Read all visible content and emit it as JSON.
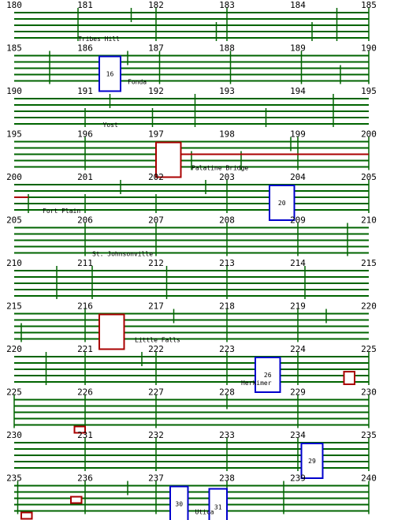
{
  "colors": {
    "track": "#006400",
    "exit_box": "#0000cc",
    "bridge": "#aa0000",
    "text": "#000000"
  },
  "rows": [
    {
      "start": 180,
      "end": 185,
      "labels": [
        "180",
        "181",
        "182",
        "183",
        "184",
        "185"
      ],
      "ticks": [
        {
          "mile": 180.9,
          "span": "full"
        },
        {
          "mile": 181.65,
          "span": "upper"
        },
        {
          "mile": 182.0,
          "span": "full"
        },
        {
          "mile": 182.85,
          "span": "lower"
        },
        {
          "mile": 183.0,
          "span": "full"
        },
        {
          "mile": 184.2,
          "span": "lower"
        },
        {
          "mile": 184.55,
          "span": "full"
        },
        {
          "mile": 185.0,
          "span": "full"
        }
      ],
      "boxes": [],
      "places": [
        {
          "name": "Tribes Hill",
          "mile": 180.9
        }
      ]
    },
    {
      "start": 185,
      "end": 190,
      "labels": [
        "185",
        "186",
        "187",
        "188",
        "189",
        "190"
      ],
      "ticks": [
        {
          "mile": 185.5,
          "span": "full"
        },
        {
          "mile": 186.6,
          "span": "upper"
        },
        {
          "mile": 187.05,
          "span": "full"
        },
        {
          "mile": 188.05,
          "span": "full"
        },
        {
          "mile": 189.05,
          "span": "full"
        },
        {
          "mile": 189.6,
          "span": "lower"
        },
        {
          "mile": 190.0,
          "span": "full"
        }
      ],
      "boxes": [
        {
          "mile": 186.2,
          "width": 0.3,
          "kind": "exit",
          "label": "16"
        }
      ],
      "places": [
        {
          "name": "Fonda",
          "mile": 186.6
        }
      ]
    },
    {
      "start": 190,
      "end": 195,
      "labels": [
        "190",
        "191",
        "192",
        "193",
        "194",
        "195"
      ],
      "ticks": [
        {
          "mile": 191.0,
          "span": "lower"
        },
        {
          "mile": 191.35,
          "span": "upper"
        },
        {
          "mile": 191.95,
          "span": "lower"
        },
        {
          "mile": 192.55,
          "span": "full"
        },
        {
          "mile": 193.55,
          "span": "lower"
        },
        {
          "mile": 194.5,
          "span": "full"
        }
      ],
      "boxes": [],
      "places": [
        {
          "name": "Yost",
          "mile": 191.25
        }
      ]
    },
    {
      "start": 195,
      "end": 200,
      "labels": [
        "195",
        "196",
        "197",
        "198",
        "199",
        "200"
      ],
      "ticks": [
        {
          "mile": 196.0,
          "span": "full"
        },
        {
          "mile": 197.5,
          "span": "lower"
        },
        {
          "mile": 198.2,
          "span": "lower"
        },
        {
          "mile": 198.9,
          "span": "upper"
        },
        {
          "mile": 199.0,
          "span": "full"
        },
        {
          "mile": 200.0,
          "span": "full"
        }
      ],
      "boxes": [
        {
          "mile": 197.0,
          "width": 0.35,
          "kind": "bridge",
          "label": ""
        }
      ],
      "red_lines": [
        {
          "from": 197.35,
          "to": 200.0
        }
      ],
      "places": [
        {
          "name": "Palatine Bridge",
          "mile": 197.5
        }
      ]
    },
    {
      "start": 200,
      "end": 205,
      "labels": [
        "200",
        "201",
        "202",
        "203",
        "204",
        "205"
      ],
      "ticks": [
        {
          "mile": 200.2,
          "span": "lower"
        },
        {
          "mile": 201.0,
          "span": "lower"
        },
        {
          "mile": 201.5,
          "span": "upper"
        },
        {
          "mile": 202.0,
          "span": "lower"
        },
        {
          "mile": 202.7,
          "span": "upper"
        },
        {
          "mile": 203.0,
          "span": "full"
        },
        {
          "mile": 205.0,
          "span": "full"
        }
      ],
      "boxes": [
        {
          "mile": 203.6,
          "width": 0.35,
          "kind": "exit",
          "label": "20"
        }
      ],
      "red_lines": [
        {
          "from": 200.0,
          "to": 200.2
        }
      ],
      "places": [
        {
          "name": "Fort Plain",
          "mile": 200.4
        }
      ]
    },
    {
      "start": 205,
      "end": 210,
      "labels": [
        "205",
        "206",
        "207",
        "208",
        "209",
        "210"
      ],
      "ticks": [
        {
          "mile": 206.0,
          "span": "full"
        },
        {
          "mile": 207.0,
          "span": "full"
        },
        {
          "mile": 208.0,
          "span": "full"
        },
        {
          "mile": 209.0,
          "span": "full"
        },
        {
          "mile": 209.7,
          "span": "full"
        }
      ],
      "boxes": [],
      "places": [
        {
          "name": "St. Johnsonville",
          "mile": 206.1
        }
      ]
    },
    {
      "start": 210,
      "end": 215,
      "labels": [
        "210",
        "211",
        "212",
        "213",
        "214",
        "215"
      ],
      "ticks": [
        {
          "mile": 210.6,
          "span": "full"
        },
        {
          "mile": 211.1,
          "span": "full"
        },
        {
          "mile": 212.15,
          "span": "full"
        },
        {
          "mile": 213.0,
          "span": "full"
        },
        {
          "mile": 214.1,
          "span": "full"
        }
      ],
      "boxes": [],
      "places": []
    },
    {
      "start": 215,
      "end": 220,
      "labels": [
        "215",
        "216",
        "217",
        "218",
        "219",
        "220"
      ],
      "ticks": [
        {
          "mile": 215.1,
          "span": "lower"
        },
        {
          "mile": 216.0,
          "span": "full"
        },
        {
          "mile": 217.25,
          "span": "upper"
        },
        {
          "mile": 218.0,
          "span": "full"
        },
        {
          "mile": 219.0,
          "span": "full"
        },
        {
          "mile": 219.4,
          "span": "upper"
        }
      ],
      "boxes": [
        {
          "mile": 216.2,
          "width": 0.35,
          "kind": "bridge",
          "label": ""
        }
      ],
      "places": [
        {
          "name": "Little Falls",
          "mile": 216.7
        }
      ]
    },
    {
      "start": 220,
      "end": 225,
      "labels": [
        "220",
        "221",
        "222",
        "223",
        "224",
        "225"
      ],
      "ticks": [
        {
          "mile": 220.45,
          "span": "full"
        },
        {
          "mile": 221.0,
          "span": "full"
        },
        {
          "mile": 221.8,
          "span": "upper"
        },
        {
          "mile": 222.0,
          "span": "full"
        },
        {
          "mile": 223.0,
          "span": "full"
        },
        {
          "mile": 224.0,
          "span": "full"
        },
        {
          "mile": 225.0,
          "span": "full"
        }
      ],
      "boxes": [
        {
          "mile": 223.4,
          "width": 0.35,
          "kind": "exit",
          "label": "26"
        },
        {
          "mile": 224.65,
          "width": 0.15,
          "kind": "bridge-small",
          "label": ""
        }
      ],
      "places": [
        {
          "name": "Herkimer",
          "mile": 223.2
        }
      ]
    },
    {
      "start": 225,
      "end": 230,
      "labels": [
        "225",
        "226",
        "227",
        "228",
        "229",
        "230"
      ],
      "ticks": [
        {
          "mile": 225.0,
          "span": "full"
        },
        {
          "mile": 226.0,
          "span": "full"
        },
        {
          "mile": 227.0,
          "span": "full"
        },
        {
          "mile": 228.0,
          "span": "upper"
        },
        {
          "mile": 229.0,
          "span": "full"
        },
        {
          "mile": 230.0,
          "span": "full"
        }
      ],
      "boxes": [
        {
          "mile": 225.85,
          "width": 0.15,
          "kind": "bridge-bottom",
          "label": ""
        }
      ],
      "places": []
    },
    {
      "start": 230,
      "end": 235,
      "labels": [
        "230",
        "231",
        "232",
        "233",
        "234",
        "235"
      ],
      "ticks": [
        {
          "mile": 231.0,
          "span": "full"
        },
        {
          "mile": 232.0,
          "span": "full"
        },
        {
          "mile": 233.0,
          "span": "full"
        },
        {
          "mile": 234.0,
          "span": "full"
        },
        {
          "mile": 235.0,
          "span": "full"
        }
      ],
      "boxes": [
        {
          "mile": 234.05,
          "width": 0.3,
          "kind": "exit",
          "label": "29"
        }
      ],
      "places": []
    },
    {
      "start": 235,
      "end": 240,
      "labels": [
        "235",
        "236",
        "237",
        "238",
        "239",
        "240"
      ],
      "ticks": [
        {
          "mile": 235.05,
          "span": "full"
        },
        {
          "mile": 236.0,
          "span": "full"
        },
        {
          "mile": 236.6,
          "span": "upper"
        },
        {
          "mile": 237.0,
          "span": "full"
        },
        {
          "mile": 238.0,
          "span": "full"
        },
        {
          "mile": 238.8,
          "span": "full"
        },
        {
          "mile": 240.0,
          "span": "full"
        }
      ],
      "boxes": [
        {
          "mile": 235.1,
          "width": 0.15,
          "kind": "bridge-bottom",
          "label": ""
        },
        {
          "mile": 235.8,
          "width": 0.15,
          "kind": "bridge-mid",
          "label": ""
        },
        {
          "mile": 237.2,
          "width": 0.25,
          "kind": "exit",
          "label": "30"
        },
        {
          "mile": 237.75,
          "width": 0.25,
          "kind": "exit-tall",
          "label": "31"
        }
      ],
      "places": [
        {
          "name": "Utica",
          "mile": 237.55
        }
      ]
    }
  ]
}
